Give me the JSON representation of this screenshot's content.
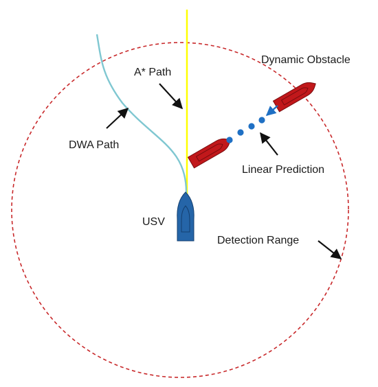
{
  "labels": {
    "astar_path": "A* Path",
    "dwa_path": "DWA Path",
    "dynamic_obstacle": "Dynamic Obstacle",
    "linear_prediction": "Linear Prediction",
    "usv": "USV",
    "detection_range": "Detection Range"
  },
  "colors": {
    "astar_path": "#ffff00",
    "dwa_path": "#7fc7d1",
    "detection_range": "#c8282a",
    "obstacle_fill": "#c1181b",
    "obstacle_stroke": "#7a0c0e",
    "usv_fill": "#2565a8",
    "usv_stroke": "#143f6f",
    "prediction_dots": "#1f70c4",
    "arrow": "#111111"
  }
}
